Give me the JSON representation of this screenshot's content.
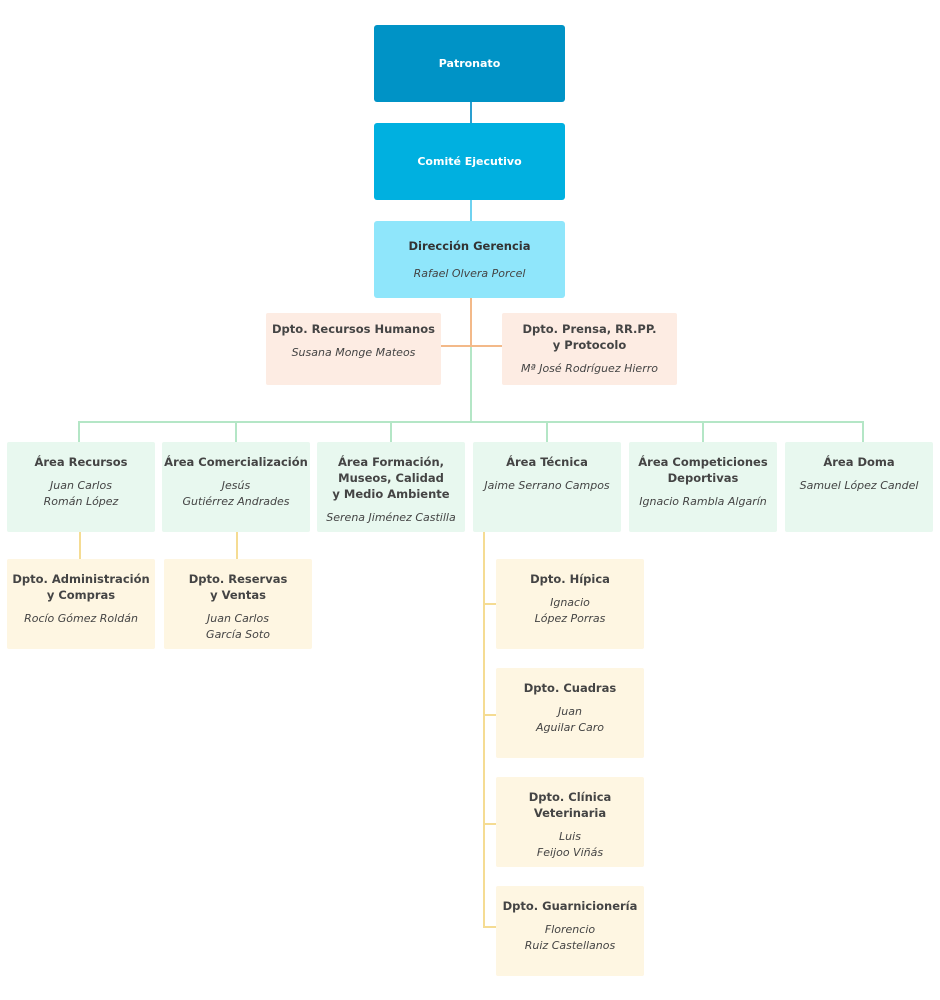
{
  "colors": {
    "patronato": "#0093c6",
    "comite": "#00b0e0",
    "direccion": "#8fe6fb",
    "staff": "#fdece3",
    "area": "#e8f8ef",
    "dept": "#fef6e2",
    "line_blue": "#4fb6dc",
    "line_orange": "#f3b989",
    "line_green": "#b4e6c6",
    "line_yellow": "#f5dc93"
  },
  "top": {
    "patronato": "Patronato",
    "comite": "Comité Ejecutivo",
    "direccion": {
      "title": "Dirección Gerencia",
      "person": "Rafael Olvera Porcel"
    }
  },
  "staff": {
    "rrhh": {
      "title": "Dpto. Recursos Humanos",
      "person": "Susana Monge Mateos"
    },
    "prensa": {
      "title": "Dpto. Prensa, RR.PP.\ny Protocolo",
      "person": "Mª José Rodríguez Hierro"
    }
  },
  "areas": {
    "recursos": {
      "title": "Área Recursos",
      "person": "Juan Carlos\nRomán López"
    },
    "comercializacion": {
      "title": "Área Comercialización",
      "person": "Jesús\nGutiérrez Andrades"
    },
    "formacion": {
      "title": "Área Formación,\nMuseos, Calidad\ny Medio Ambiente",
      "person": "Serena Jiménez Castilla"
    },
    "tecnica": {
      "title": "Área Técnica",
      "person": "Jaime Serrano Campos"
    },
    "competiciones": {
      "title": "Área Competiciones\nDeportivas",
      "person": "Ignacio Rambla Algarín"
    },
    "doma": {
      "title": "Área Doma",
      "person": "Samuel López Candel"
    }
  },
  "depts": {
    "administracion": {
      "title": "Dpto. Administración\ny Compras",
      "person": "Rocío Gómez Roldán"
    },
    "reservas": {
      "title": "Dpto. Reservas\ny Ventas",
      "person": "Juan Carlos\nGarcía Soto"
    },
    "hipica": {
      "title": "Dpto. Hípica",
      "person": "Ignacio\nLópez Porras"
    },
    "cuadras": {
      "title": "Dpto. Cuadras",
      "person": "Juan\nAguilar Caro"
    },
    "clinica": {
      "title": "Dpto. Clínica\nVeterinaria",
      "person": "Luis\nFeijoo Viñás"
    },
    "guarnicioneria": {
      "title": "Dpto. Guarnicionería",
      "person": "Florencio\nRuiz Castellanos"
    }
  }
}
